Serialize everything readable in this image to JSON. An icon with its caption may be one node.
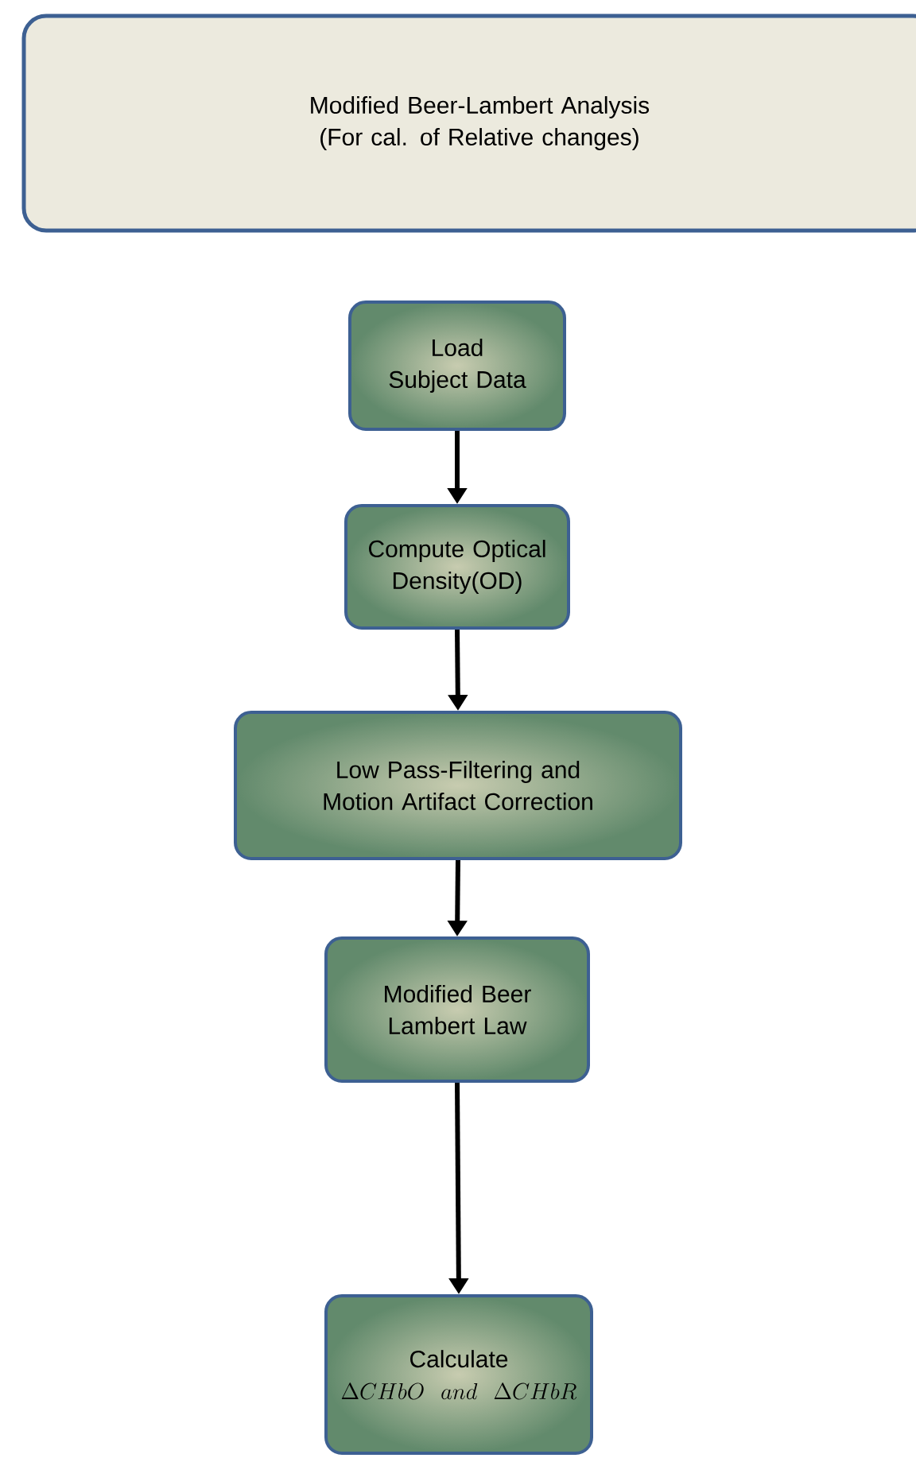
{
  "diagram": {
    "nodes": [
      {
        "text": [
          "Modified Beer-Lambert Analysis (For cal. of Relative changes)"
        ]
      },
      {
        "text": [
          "Load Subject Data"
        ]
      },
      {
        "text": [
          "Compute Optical Density(OD)"
        ]
      },
      {
        "text": [
          "Low Pass-Filtering and Motion Artifact Correction"
        ]
      },
      {
        "text": [
          "Modified Beer Lambert Law"
        ]
      },
      {
        "text": [
          "Calculate",
          "\\Delta CHbO\\ \\ and\\ \\ \\Delta CHbR"
        ]
      }
    ],
    "edges": [
      {
        "from": 1,
        "to": 2,
        "arrow": "to"
      },
      {
        "from": 2,
        "to": 3,
        "arrow": "to"
      },
      {
        "from": 3,
        "to": 4,
        "arrow": "to"
      },
      {
        "from": 4,
        "to": 5,
        "arrow": "to"
      }
    ]
  }
}
